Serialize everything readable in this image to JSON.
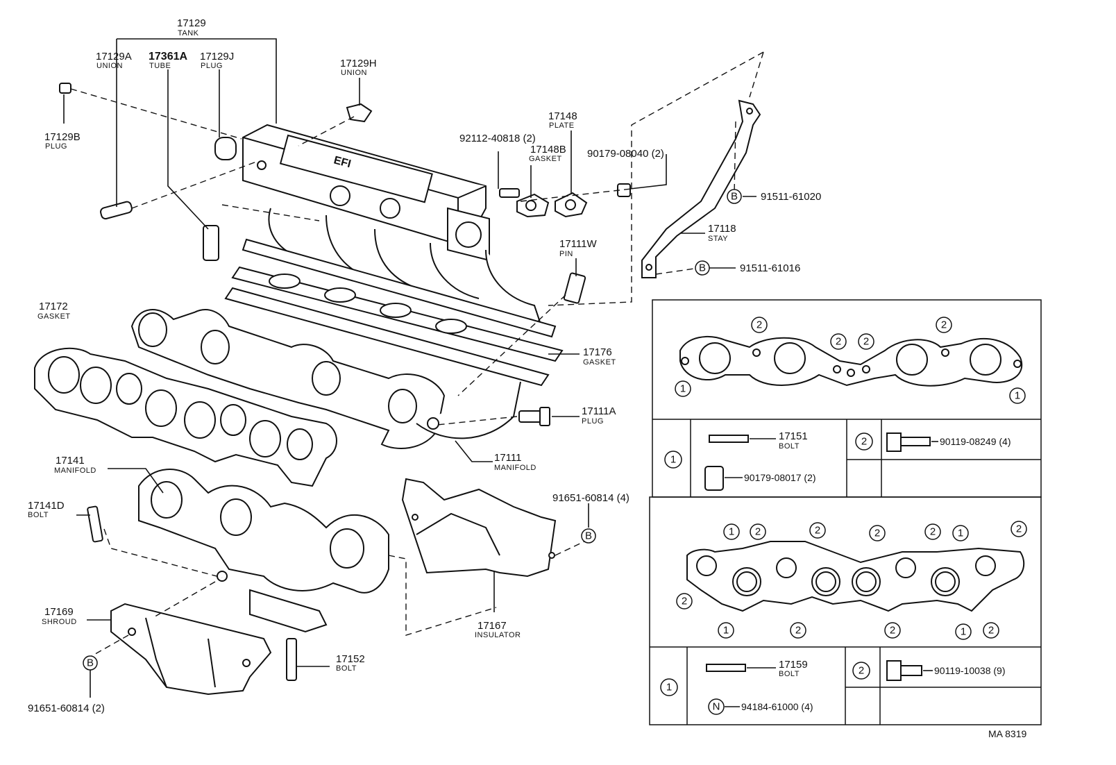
{
  "labels": {
    "tank": {
      "no": "17129",
      "name": "TANK"
    },
    "union_a": {
      "no": "17129A",
      "name": "UNION"
    },
    "tube": {
      "no": "17361A",
      "name": "TUBE"
    },
    "plug_j": {
      "no": "17129J",
      "name": "PLUG"
    },
    "union_h": {
      "no": "17129H",
      "name": "UNION"
    },
    "plug_b": {
      "no": "17129B",
      "name": "PLUG"
    },
    "stud_92112": {
      "no": "92112-40818 (2)"
    },
    "plate": {
      "no": "17148",
      "name": "PLATE"
    },
    "gasket_b": {
      "no": "17148B",
      "name": "GASKET"
    },
    "nut_90179": {
      "no": "90179-08040 (2)"
    },
    "bolt_91511_a": {
      "no": "91511-61020",
      "circle": "B"
    },
    "stay": {
      "no": "17118",
      "name": "STAY"
    },
    "bolt_91511_b": {
      "no": "91511-61016",
      "circle": "B"
    },
    "pin": {
      "no": "17111W",
      "name": "PIN"
    },
    "gasket_17172": {
      "no": "17172",
      "name": "GASKET"
    },
    "gasket_17176": {
      "no": "17176",
      "name": "GASKET"
    },
    "plug_a": {
      "no": "17111A",
      "name": "PLUG"
    },
    "manifold_17111": {
      "no": "17111",
      "name": "MANIFOLD"
    },
    "manifold_17141": {
      "no": "17141",
      "name": "MANIFOLD"
    },
    "bolt_17141d": {
      "no": "17141D",
      "name": "BOLT"
    },
    "nut_91651_4": {
      "no": "91651-60814 (4)",
      "circle": "B"
    },
    "shroud": {
      "no": "17169",
      "name": "SHROUD"
    },
    "insulator": {
      "no": "17167",
      "name": "INSULATOR"
    },
    "bolt_17152": {
      "no": "17152",
      "name": "BOLT"
    },
    "nut_91651_2": {
      "no": "91651-60814 (2)",
      "circle": "B"
    }
  },
  "logo_text": "EFI",
  "legend_top": {
    "markers": {
      "one": "1",
      "two": "2"
    },
    "row1": {
      "bolt": {
        "no": "17151",
        "name": "BOLT"
      },
      "nut": "90179-08017 (2)"
    },
    "row2": {
      "bolt": "90119-08249 (4)"
    }
  },
  "legend_bottom": {
    "markers": {
      "one": "1",
      "two": "2"
    },
    "row1": {
      "bolt": {
        "no": "17159",
        "name": "BOLT"
      },
      "washer": "94184-61000 (4)",
      "washer_circle": "N"
    },
    "row2": {
      "bolt": "90119-10038 (9)"
    }
  },
  "footer_code": "MA 8319"
}
